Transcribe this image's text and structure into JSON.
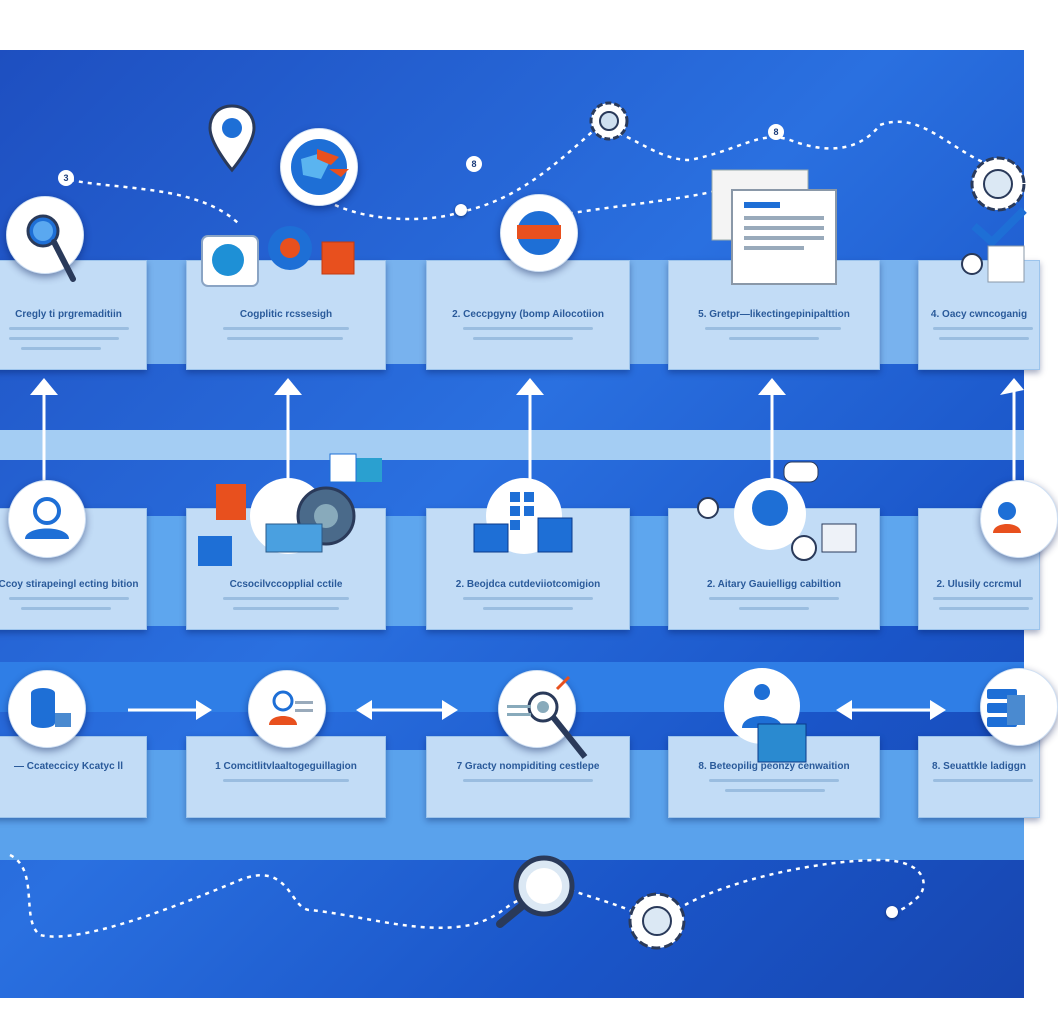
{
  "colors": {
    "panel_blue": "#2a70e0",
    "card_fill": "#c2dcf6",
    "accent_orange": "#e8501e",
    "icon_blue": "#1e6fd6",
    "node_white": "#ffffff"
  },
  "markers": {
    "top_left": "3",
    "top_mid": "8",
    "top_right": "8"
  },
  "row1": [
    {
      "title": "Cregly ti prgremaditiin",
      "icon": "magnifier-icon"
    },
    {
      "title": "Cogplitic rcssesigh",
      "icon": "chat-gear-icon"
    },
    {
      "title": "2. Ceccpgyny (bomp Ailocotiion",
      "icon": "hamburger-icon"
    },
    {
      "title": "5. Gretpr—likectingepinipalttion",
      "icon": "document-icon"
    },
    {
      "title": "4. Oacy cwncoganig",
      "icon": "checkmark-gear-icon"
    }
  ],
  "row2": [
    {
      "title": "Ccoy stirapeingl ecting bition",
      "icon": "user-icon"
    },
    {
      "title": "Ccsocilvccopplial cctile",
      "icon": "window-gear-icon"
    },
    {
      "title": "2. Beojdca cutdeviiotcomigion",
      "icon": "grid-icon"
    },
    {
      "title": "2. Aitary Gauielligg cabiltion",
      "icon": "gear-database-icon"
    },
    {
      "title": "2. Ulusily ccrcmul",
      "icon": "user-orange-icon"
    }
  ],
  "row3": [
    {
      "title": "— Ccateccicy Kcatyc ll",
      "icon": "database-icon"
    },
    {
      "title": "1 Comcitlitvlaaltogeguillagion",
      "icon": "user-card-icon"
    },
    {
      "title": "7 Gracty nompiditing cestlepe",
      "icon": "search-gear-icon"
    },
    {
      "title": "8. Beteopilig peonzy cenwaition",
      "icon": "person-screen-icon"
    },
    {
      "title": "8. Seuattkle ladiggn",
      "icon": "servers-icon"
    }
  ]
}
